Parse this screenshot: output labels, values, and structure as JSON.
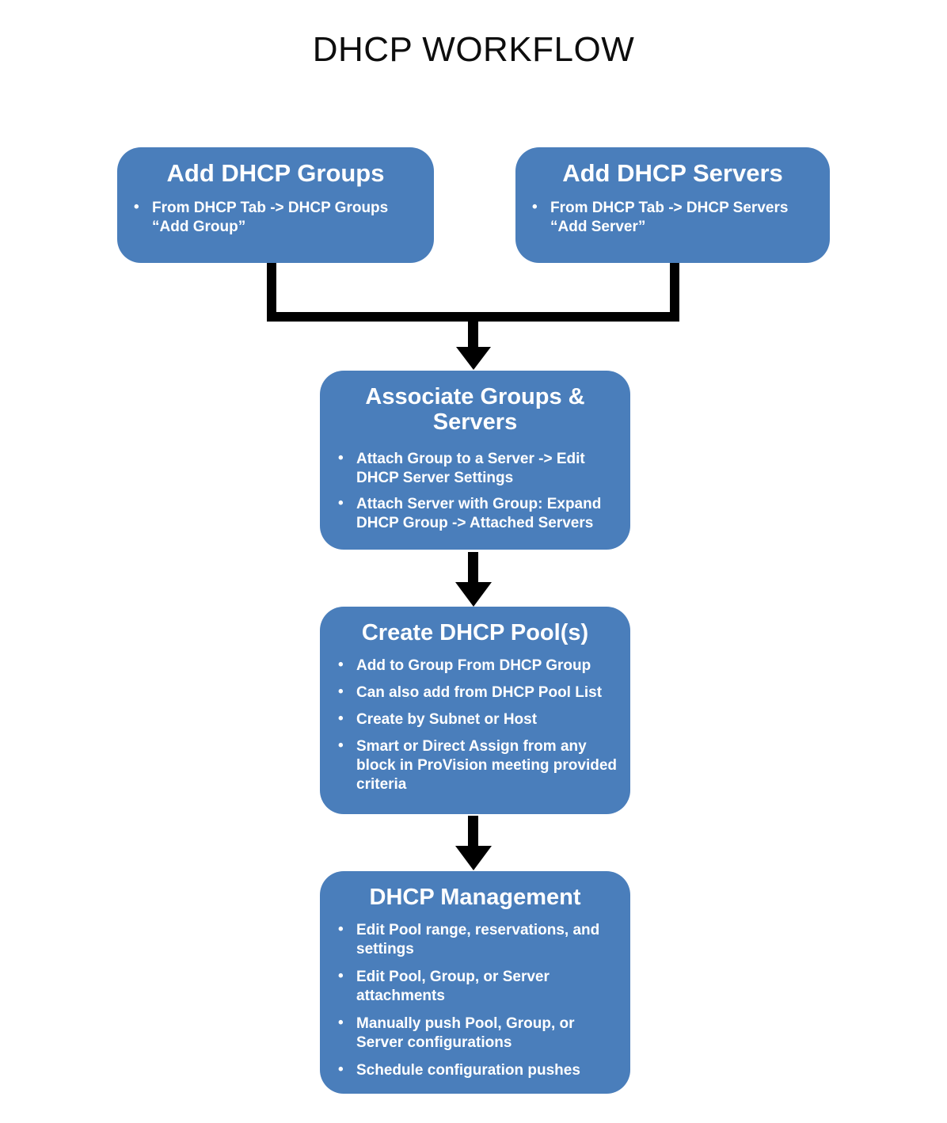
{
  "title": "DHCP WORKFLOW",
  "theme": {
    "node_fill": "#4a7ebb",
    "node_text": "#ffffff",
    "title_text": "#0d0d0d",
    "connector": "#000000",
    "background": "#ffffff"
  },
  "nodes": [
    {
      "id": "add-dhcp-groups",
      "title": "Add DHCP Groups",
      "bullets": [
        "From  DHCP Tab -> DHCP Groups “Add Group”"
      ]
    },
    {
      "id": "add-dhcp-servers",
      "title": "Add DHCP Servers",
      "bullets": [
        "From  DHCP Tab -> DHCP Servers “Add Server”"
      ]
    },
    {
      "id": "associate-groups-servers",
      "title": "Associate Groups & Servers",
      "bullets": [
        "Attach Group to a Server -> Edit DHCP Server Settings",
        "Attach Server with Group: Expand DHCP Group -> Attached Servers"
      ]
    },
    {
      "id": "create-dhcp-pools",
      "title": "Create DHCP Pool(s)",
      "bullets": [
        "Add to Group From DHCP Group",
        "Can also add from DHCP Pool List",
        "Create by Subnet or Host",
        "Smart or Direct Assign from any block in ProVision meeting provided criteria"
      ]
    },
    {
      "id": "dhcp-management",
      "title": "DHCP Management",
      "bullets": [
        "Edit Pool range, reservations, and settings",
        "Edit Pool, Group, or Server attachments",
        "Manually push Pool, Group, or Server configurations",
        "Schedule configuration pushes"
      ]
    }
  ],
  "connections": [
    {
      "from": "add-dhcp-groups",
      "to": "associate-groups-servers",
      "style": "merge-elbow"
    },
    {
      "from": "add-dhcp-servers",
      "to": "associate-groups-servers",
      "style": "merge-elbow"
    },
    {
      "from": "associate-groups-servers",
      "to": "create-dhcp-pools",
      "style": "straight-arrow"
    },
    {
      "from": "create-dhcp-pools",
      "to": "dhcp-management",
      "style": "straight-arrow"
    }
  ]
}
